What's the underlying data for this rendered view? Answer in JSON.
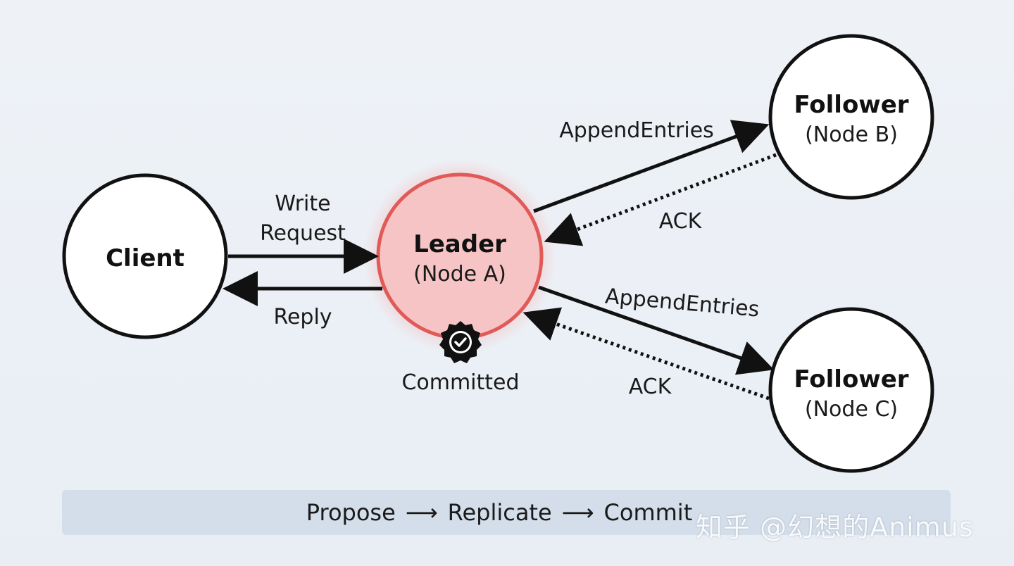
{
  "nodes": {
    "client": {
      "title": "Client"
    },
    "leader": {
      "title": "Leader",
      "subtitle": "(Node A)",
      "status": "Committed"
    },
    "follower_b": {
      "title": "Follower",
      "subtitle": "(Node B)"
    },
    "follower_c": {
      "title": "Follower",
      "subtitle": "(Node C)"
    }
  },
  "edges": {
    "write_request": {
      "line1": "Write",
      "line2": "Request"
    },
    "reply": "Reply",
    "append_b": "AppendEntries",
    "ack_b": "ACK",
    "append_c": "AppendEntries",
    "ack_c": "ACK"
  },
  "bottom_bar": {
    "steps": [
      "Propose",
      "Replicate",
      "Commit"
    ],
    "arrow": "⟶"
  },
  "watermark": "知乎 @幻想的Animus",
  "colors": {
    "leader_fill": "#f6c4c4",
    "leader_stroke": "#e05a57",
    "node_fill": "#ffffff",
    "node_stroke": "#111111",
    "bar_bg": "#d3deea"
  }
}
